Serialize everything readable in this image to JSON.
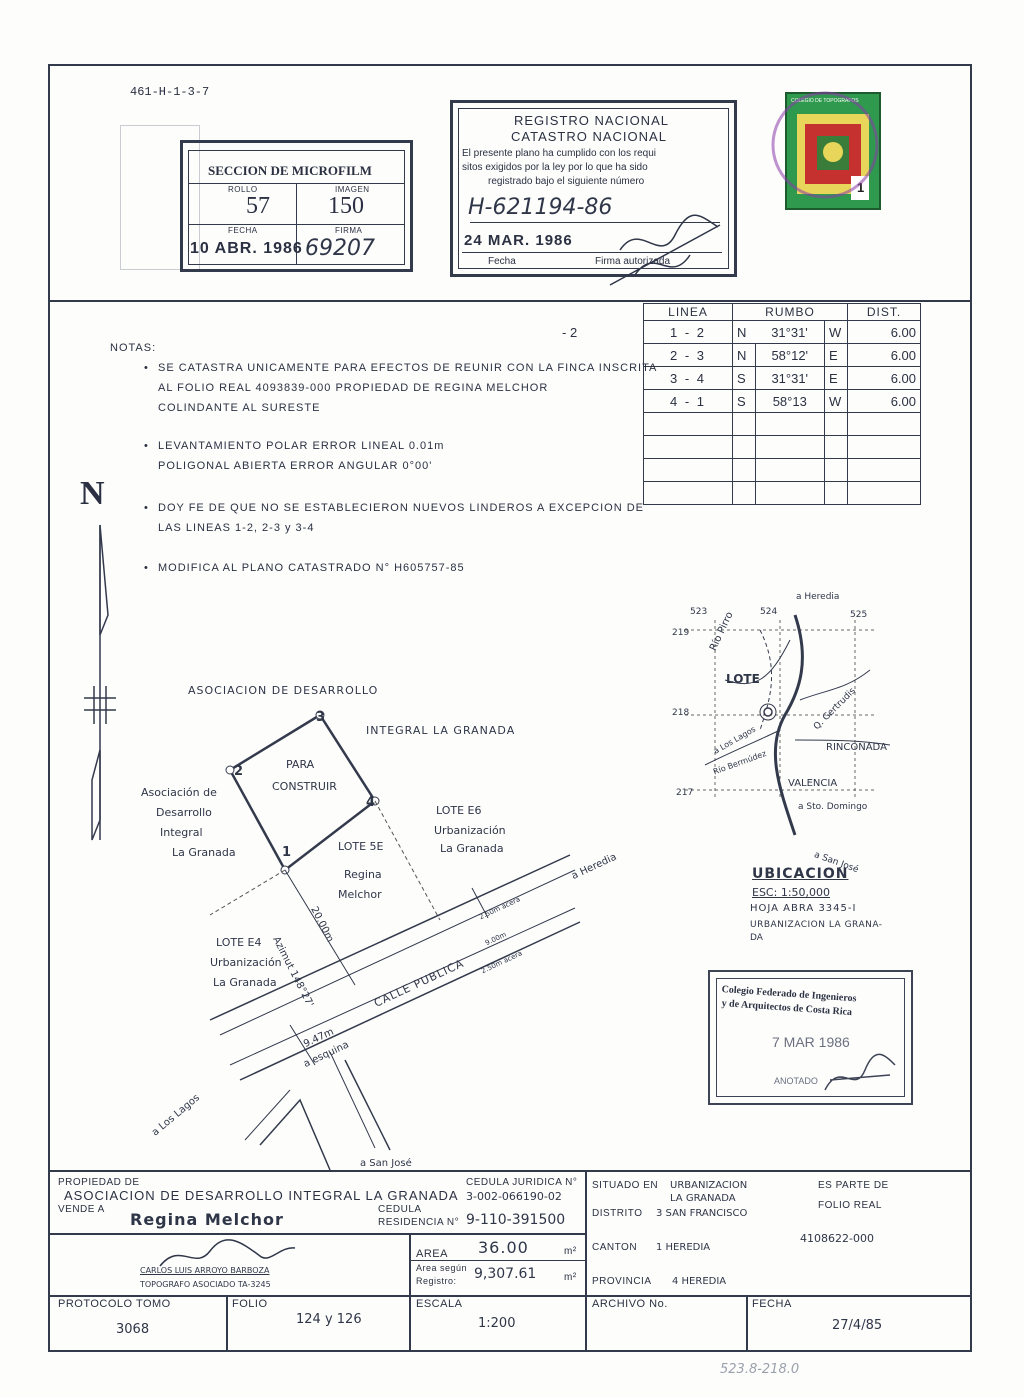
{
  "header": {
    "ref_number": "461-H-1-3-7"
  },
  "microfilm": {
    "title": "SECCION DE MICROFILM",
    "rollo_label": "ROLLO",
    "rollo_value": "57",
    "imagen_label": "IMAGEN",
    "imagen_value": "150",
    "fecha_label": "FECHA",
    "fecha_value": "10 ABR. 1986",
    "firma_label": "FIRMA",
    "firma_value": "69207"
  },
  "registro": {
    "line1": "REGISTRO NACIONAL",
    "line2": "CATASTRO NACIONAL",
    "text1": "El presente plano ha cumplido con los requi",
    "text2": "sitos exigidos por la ley por lo que ha sido",
    "text3": "registrado bajo el siguiente número",
    "numero": "H-621194-86",
    "fecha_value": "24 MAR. 1986",
    "fecha_label": "Fecha",
    "firma_label": "Firma autorizada"
  },
  "stamp": {
    "text": "COLEGIO DE TOPOGRAFOS",
    "value": "1"
  },
  "rumbo_table": {
    "headers": [
      "LINEA",
      "RUMBO",
      "DIST."
    ],
    "rows": [
      {
        "linea": "1 - 2",
        "dir1": "N",
        "angle": "31°31'",
        "dir2": "W",
        "dist": "6.00"
      },
      {
        "linea": "2 - 3",
        "dir1": "N",
        "angle": "58°12'",
        "dir2": "E",
        "dist": "6.00"
      },
      {
        "linea": "3 - 4",
        "dir1": "S",
        "angle": "31°31'",
        "dir2": "E",
        "dist": "6.00"
      },
      {
        "linea": "4 - 1",
        "dir1": "S",
        "angle": "58°13",
        "dir2": "W",
        "dist": "6.00"
      }
    ],
    "page_mark": "- 2"
  },
  "notas": {
    "label": "NOTAS:",
    "n1_a": "SE CATASTRA UNICAMENTE PARA EFECTOS DE REUNIR CON LA FINCA INSCRITA",
    "n1_b": "AL FOLIO REAL   4093839-000  PROPIEDAD DE   REGINA MELCHOR",
    "n1_c": "COLINDANTE AL SURESTE",
    "n2_a": "LEVANTAMIENTO POLAR ERROR LINEAL 0.01m",
    "n2_b": "POLIGONAL ABIERTA ERROR ANGULAR 0°00'",
    "n3_a": "DOY FE DE QUE NO SE ESTABLECIERON NUEVOS LINDEROS A EXCEPCION DE",
    "n3_b": "LAS LINEAS 1-2, 2-3 y 3-4",
    "n4": "MODIFICA AL PLANO CATASTRADO N° H605757-85"
  },
  "north": {
    "label": "N"
  },
  "plan": {
    "asoc_top1": "ASOCIACION DE DESARROLLO",
    "asoc_top2": "INTEGRAL LA GRANADA",
    "para1": "PARA",
    "para2": "CONSTRUIR",
    "p1": "1",
    "p2": "2",
    "p3": "3",
    "p4": "4",
    "asoc_left1": "Asociación de",
    "asoc_left2": "Desarrollo",
    "asoc_left3": "Integral",
    "asoc_left4": "La Granada",
    "lote5e": "LOTE 5E",
    "regina1": "Regina",
    "regina2": "Melchor",
    "lote6_1": "LOTE E6",
    "lote6_2": "Urbanización",
    "lote6_3": "La Granada",
    "lote4_1": "LOTE E4",
    "lote4_2": "Urbanización",
    "lote4_3": "La Granada",
    "azimut": "Azimut 148°27'",
    "dist20": "20.00m",
    "calle": "CALLE PUBLICA",
    "dim947": "9.47m",
    "esquina": "a esquina",
    "heredia": "a Heredia",
    "loslagos": "a Los Lagos",
    "sanjose": "a San José",
    "acera1": "2.50m acera",
    "ancho": "9.00m",
    "acera2": "2.50m acera"
  },
  "ubicacion": {
    "title": "UBICACION",
    "escala": "ESC: 1:50,000",
    "hoja": "HOJA ABRA 3345-I",
    "urb1": "URBANIZACION LA GRANA-",
    "urb2": "DA",
    "g523": "523",
    "g524": "524",
    "g525": "525",
    "g219": "219",
    "g218": "218",
    "g217": "217",
    "heredia": "a Heredia",
    "rio_pirro": "Río Pirro",
    "lote": "LOTE",
    "gertrudis": "Q. Gertrudis",
    "loslagos": "a Los Lagos",
    "bermudez": "Río Bermúdez",
    "rinconada": "RINCONADA",
    "valencia": "VALENCIA",
    "sto_domingo": "a Sto. Domingo",
    "sanjose": "a San José"
  },
  "colegio": {
    "line1": "Colegio Federado de Ingenieros",
    "line2": "y de Arquitectos de Costa Rica",
    "fecha": "7 MAR 1986",
    "anotado": "ANOTADO"
  },
  "footer": {
    "propiedad_label": "PROPIEDAD DE",
    "propietario": "ASOCIACION DE DESARROLLO INTEGRAL LA GRANADA",
    "cedula_juridica_label": "CEDULA JURIDICA N°",
    "cedula_juridica": "3-002-066190-02",
    "vende_label": "VENDE A",
    "comprador": "Regina Melchor",
    "cedula_label": "CEDULA",
    "residencia_label": "RESIDENCIA N°",
    "cedula": "9-110-391500",
    "situado_label": "SITUADO EN",
    "situado_value1": "URBANIZACION",
    "situado_value2": "LA GRANADA",
    "distrito_label": "DISTRITO",
    "distrito_value": "3 SAN FRANCISCO",
    "canton_label": "CANTON",
    "canton_value": "1 HEREDIA",
    "provincia_label": "PROVINCIA",
    "provincia_value": "4 HEREDIA",
    "parte_label1": "ES PARTE DE",
    "parte_label2": "FOLIO REAL",
    "folio_real": "4108622-000",
    "topografo_name": "CARLOS LUIS ARROYO BARBOZA",
    "topografo_title": "TOPOGRAFO ASOCIADO TA-3245",
    "area_label": "AREA",
    "area_value": "36.00",
    "area_unit": "m²",
    "area_reg_label1": "Area según",
    "area_reg_label2": "Registro:",
    "area_reg_value": "9,307.61",
    "area_reg_unit": "m²",
    "protocolo_label": "PROTOCOLO TOMO",
    "protocolo_value": "3068",
    "folio_label": "FOLIO",
    "folio_value": "124 y 126",
    "escala_label": "ESCALA",
    "escala_value": "1:200",
    "archivo_label": "ARCHIVO No.",
    "fecha_label": "FECHA",
    "fecha_value": "27/4/85",
    "bottom_note": "523.8-218.0"
  }
}
